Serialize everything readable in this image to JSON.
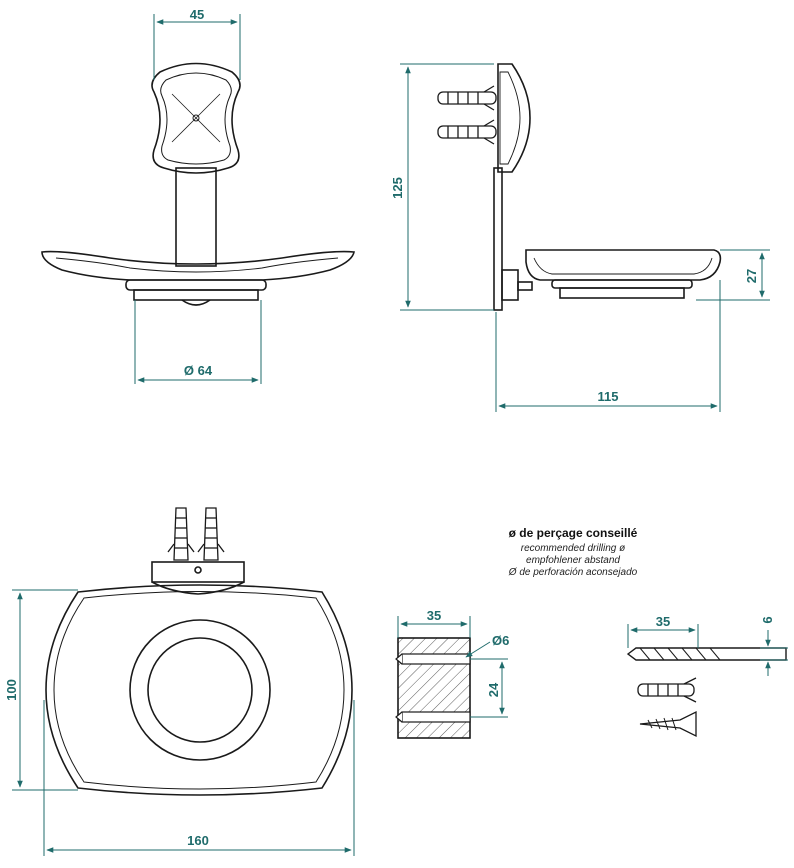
{
  "dimensions": {
    "top_width": "45",
    "dish_diameter": "Ø 64",
    "height_side": "125",
    "depth_dish": "27",
    "depth_total": "115",
    "plate_height": "100",
    "plate_width": "160",
    "block_width": "35",
    "hole_diameter": "Ø6",
    "hole_spacing": "24",
    "drill_length": "35",
    "drill_diameter": "6"
  },
  "notes": {
    "title": "ø de perçage conseillé",
    "line_en": "recommended drilling ø",
    "line_de": "empfohlener abstand",
    "line_es": "Ø de perforación aconsejado"
  },
  "colors": {
    "dimension": "#1f6b6b",
    "outline": "#1a1a1a"
  }
}
